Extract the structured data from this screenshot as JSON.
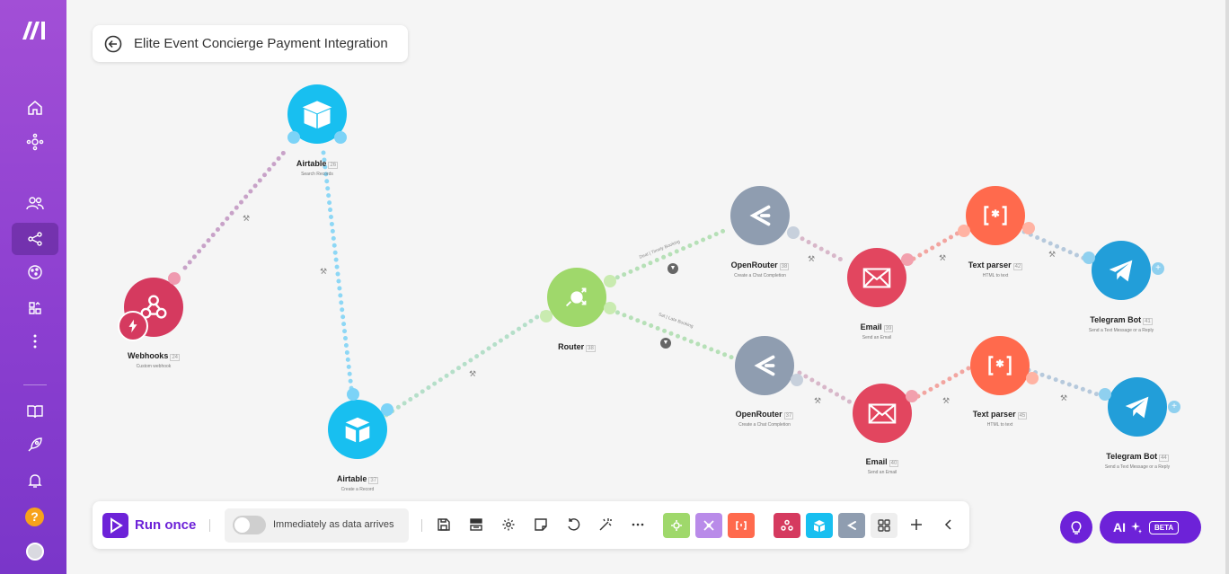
{
  "scenario": {
    "title": "Elite Event Concierge Payment Integration"
  },
  "sidebar": {
    "items": [
      {
        "icon": "home-icon"
      },
      {
        "icon": "templates-icon"
      },
      {
        "icon": "team-icon"
      },
      {
        "icon": "scenarios-icon",
        "active": true
      },
      {
        "icon": "connections-icon"
      },
      {
        "icon": "apps-icon"
      },
      {
        "icon": "more-icon"
      },
      {
        "icon": "docs-icon"
      },
      {
        "icon": "rocket-icon"
      },
      {
        "icon": "notifications-icon"
      }
    ],
    "help_label": "?"
  },
  "modules": [
    {
      "id": "webhooks",
      "name": "Webhooks",
      "number": "24",
      "sub": "Custom webhook",
      "color": "#d53a5f"
    },
    {
      "id": "airtable-search",
      "name": "Airtable",
      "number": "26",
      "sub": "Search Records",
      "color": "#18bff0"
    },
    {
      "id": "airtable-create",
      "name": "Airtable",
      "number": "37",
      "sub": "Create a Record",
      "color": "#18bff0"
    },
    {
      "id": "router",
      "name": "Router",
      "number": "38",
      "sub": "",
      "color": "#9fd86b"
    },
    {
      "id": "openrouter-1",
      "name": "OpenRouter",
      "number": "38",
      "sub": "Create a Chat Completion",
      "color": "#8f9db0"
    },
    {
      "id": "openrouter-2",
      "name": "OpenRouter",
      "number": "37",
      "sub": "Create a Chat Completion",
      "color": "#8f9db0"
    },
    {
      "id": "email-1",
      "name": "Email",
      "number": "39",
      "sub": "Send an Email",
      "color": "#e2465f"
    },
    {
      "id": "email-2",
      "name": "Email",
      "number": "40",
      "sub": "Send an Email",
      "color": "#e2465f"
    },
    {
      "id": "textparser-1",
      "name": "Text parser",
      "number": "42",
      "sub": "HTML to text",
      "color": "#ff6a4d"
    },
    {
      "id": "textparser-2",
      "name": "Text parser",
      "number": "45",
      "sub": "HTML to text",
      "color": "#ff6a4d"
    },
    {
      "id": "telegram-1",
      "name": "Telegram Bot",
      "number": "41",
      "sub": "Send a Text Message or a Reply",
      "color": "#229ed9"
    },
    {
      "id": "telegram-2",
      "name": "Telegram Bot",
      "number": "44",
      "sub": "Send a Text Message or a Reply",
      "color": "#229ed9"
    }
  ],
  "routes": {
    "upper": "Deal | Timely Booking",
    "lower": "Sat | Late Booking"
  },
  "toolbar": {
    "run_label": "Run once",
    "schedule_label": "Immediately as data arrives",
    "buttons": [
      "save-icon",
      "scheduling-icon",
      "settings-icon",
      "notes-icon",
      "undo-icon",
      "auto-align-icon",
      "more-icon"
    ],
    "module_shortcuts": [
      {
        "icon": "router-icon",
        "color": "#8bcc6b"
      },
      {
        "icon": "flow-control-icon",
        "color": "#b07be8"
      },
      {
        "icon": "text-parser-icon",
        "color": "#ff6a4d"
      },
      {
        "icon": "webhooks-icon",
        "color": "#d53a5f"
      },
      {
        "icon": "airtable-icon",
        "color": "#18bff0"
      },
      {
        "icon": "openrouter-icon",
        "color": "#8f9db0"
      },
      {
        "icon": "grid-icon",
        "color": "#eeeeee"
      }
    ]
  },
  "ai": {
    "label": "AI",
    "badge": "BETA"
  }
}
